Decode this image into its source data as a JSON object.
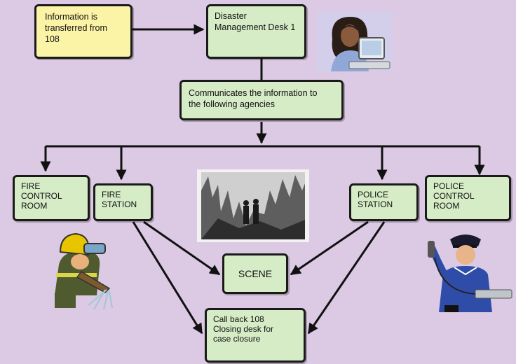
{
  "nodes": {
    "info_108": "Information is\ntransferred from\n108",
    "desk": "Disaster\nManagement Desk 1",
    "communicate": "Communicates the information to\nthe following agencies",
    "fire_control_room": "FIRE\nCONTROL\nROOM",
    "fire_station": "FIRE\nSTATION",
    "police_station": "POLICE\nSTATION",
    "police_control_room": "POLICE\nCONTROL\nROOM",
    "scene": "SCENE",
    "callback": "Call back  108\nClosing desk for\ncase closure"
  },
  "colors": {
    "background": "#dcc9e3",
    "box_green": "#d5ecc6",
    "box_yellow": "#fbf3a6",
    "line": "#111111"
  }
}
